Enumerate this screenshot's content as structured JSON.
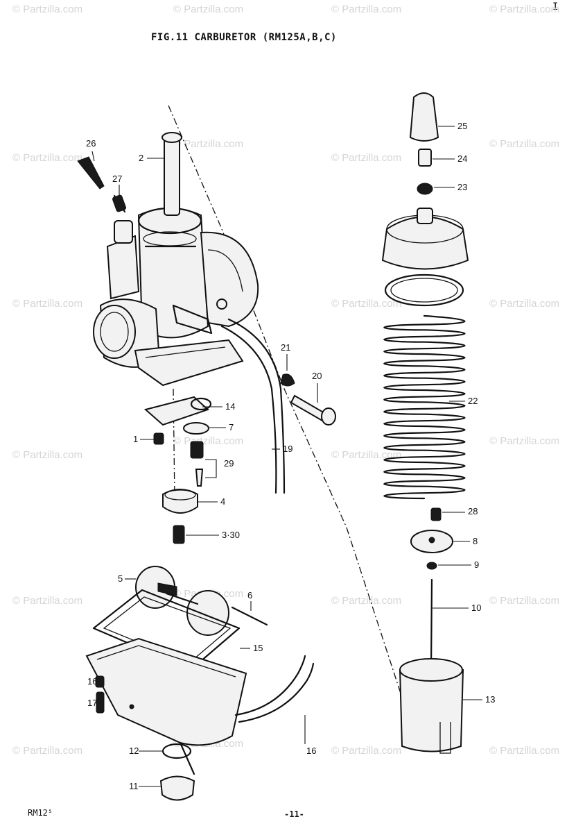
{
  "title": "FIG.11  CARBURETOR (RM125A,B,C)",
  "corner_mark": "I",
  "footer_left": "RM12⁵",
  "footer_page": "-11-",
  "watermark": "© Partzilla.com",
  "callouts": [
    {
      "id": "1",
      "label": "1"
    },
    {
      "id": "2",
      "label": "2"
    },
    {
      "id": "3-30",
      "label": "3·30"
    },
    {
      "id": "4",
      "label": "4"
    },
    {
      "id": "5",
      "label": "5"
    },
    {
      "id": "6",
      "label": "6"
    },
    {
      "id": "7",
      "label": "7"
    },
    {
      "id": "8",
      "label": "8"
    },
    {
      "id": "9",
      "label": "9"
    },
    {
      "id": "10",
      "label": "10"
    },
    {
      "id": "11",
      "label": "11"
    },
    {
      "id": "12",
      "label": "12"
    },
    {
      "id": "13",
      "label": "13"
    },
    {
      "id": "14",
      "label": "14"
    },
    {
      "id": "15",
      "label": "15"
    },
    {
      "id": "16a",
      "label": "16"
    },
    {
      "id": "16b",
      "label": "16"
    },
    {
      "id": "17",
      "label": "17"
    },
    {
      "id": "19",
      "label": "19"
    },
    {
      "id": "20",
      "label": "20"
    },
    {
      "id": "21",
      "label": "21"
    },
    {
      "id": "22",
      "label": "22"
    },
    {
      "id": "23",
      "label": "23"
    },
    {
      "id": "24",
      "label": "24"
    },
    {
      "id": "25",
      "label": "25"
    },
    {
      "id": "26",
      "label": "26"
    },
    {
      "id": "27",
      "label": "27"
    },
    {
      "id": "28",
      "label": "28"
    },
    {
      "id": "29",
      "label": "29"
    }
  ]
}
